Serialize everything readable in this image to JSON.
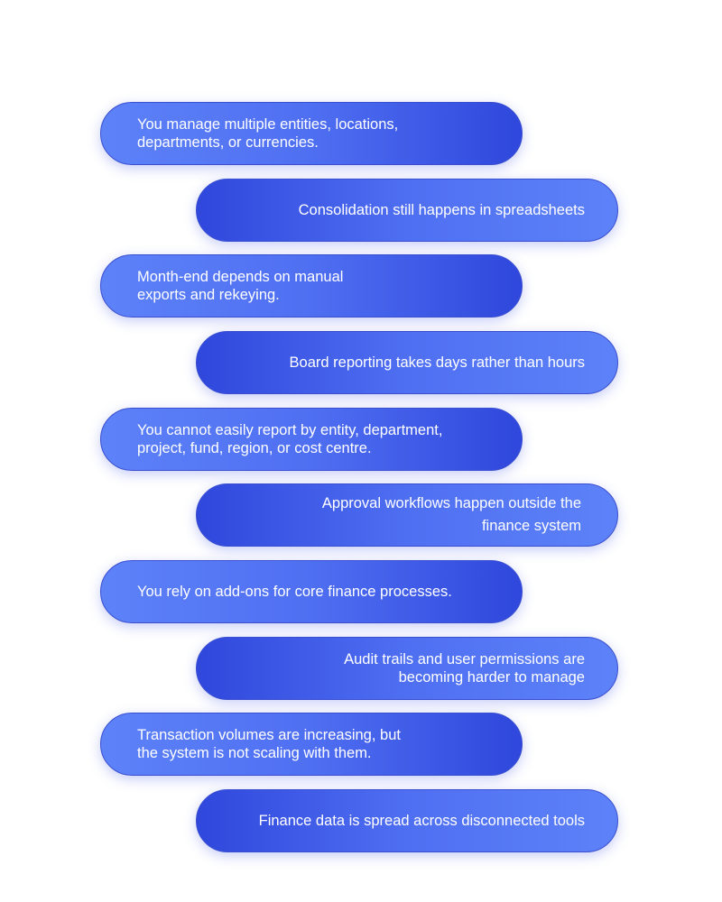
{
  "items": [
    {
      "text": "You manage multiple entities, locations,\ndepartments, or currencies."
    },
    {
      "text": "Consolidation still happens in spreadsheets"
    },
    {
      "text": "Month-end depends on manual\nexports and rekeying."
    },
    {
      "text": "Board reporting takes days rather than hours"
    },
    {
      "text": "You cannot easily report by entity, department,\nproject, fund, region, or cost centre."
    },
    {
      "text": "Approval workflows happen outside the\nfinance system"
    },
    {
      "text": "You rely on add-ons for core finance processes."
    },
    {
      "text": "Audit trails and user permissions are\nbecoming harder to manage"
    },
    {
      "text": "Transaction volumes are increasing, but\nthe system is not scaling with them."
    },
    {
      "text": "Finance data is spread across disconnected tools"
    }
  ],
  "colors": {
    "pill_light": "#5d82f8",
    "pill_dark": "#2f47dc",
    "pill_border": "#3a4fd0",
    "text": "#ffffff"
  }
}
